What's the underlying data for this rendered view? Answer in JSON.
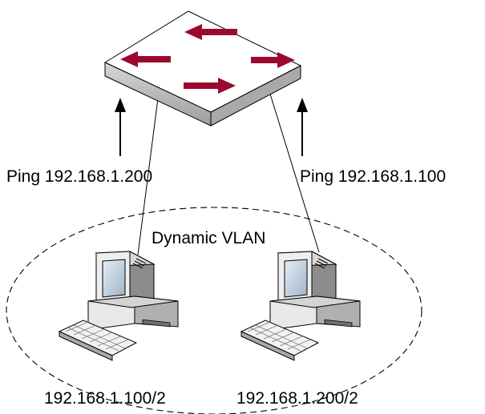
{
  "labels": {
    "ping_left": "Ping 192.168.1.200",
    "ping_right": "Ping 192.168.1.100",
    "vlan": "Dynamic VLAN",
    "host_left_ip": "192.168.1.100/2",
    "host_right_ip": "192.168.1.200/2"
  },
  "icons": {
    "switch": "network-switch-icon",
    "host_left": "desktop-computer-icon",
    "host_right": "desktop-computer-icon"
  },
  "colors": {
    "switch_arrow": "#9b0a2e",
    "switch_top": "#ffffff",
    "switch_side": "#bdbdbd",
    "computer_body": "#f0f0f0",
    "computer_screen": "#b8c8d8",
    "line": "#000000"
  }
}
